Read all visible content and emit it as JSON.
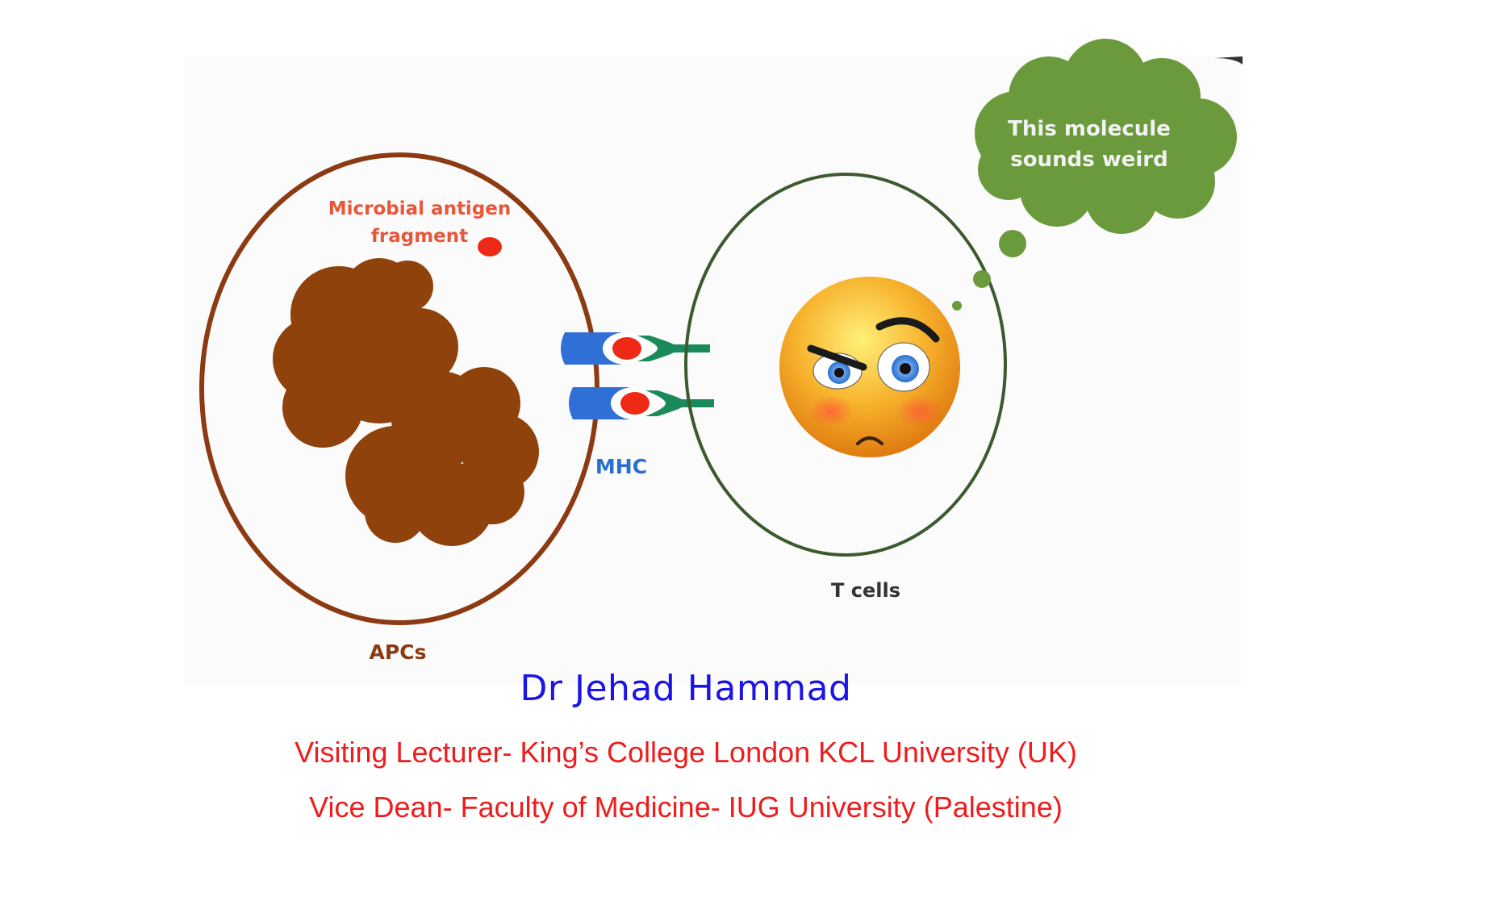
{
  "diagram": {
    "labels": {
      "antigen": [
        "Microbial antigen",
        "fragment"
      ],
      "mhc": "MHC",
      "apcs": "APCs",
      "tcells": "T cells",
      "thought": [
        "This molecule",
        "sounds weird"
      ]
    },
    "colors": {
      "apc_outline": "#8b3a12",
      "nucleus": "#8f420c",
      "antigen_fill": "#ee2a16",
      "mhc_blue": "#2f6fd6",
      "receptor_green": "#1b8a5a",
      "tcell_outline": "#3c5a2e",
      "thought_cloud": "#6b9a3d",
      "emoji_face": "#f7b22c"
    },
    "icons": [
      "angry-face-emoji-icon",
      "thought-cloud-icon"
    ]
  },
  "credits": {
    "author": "Dr Jehad Hammad",
    "line1": "Visiting Lecturer- King’s College London KCL University (UK)",
    "line2": "Vice Dean- Faculty of Medicine- IUG University (Palestine)"
  }
}
